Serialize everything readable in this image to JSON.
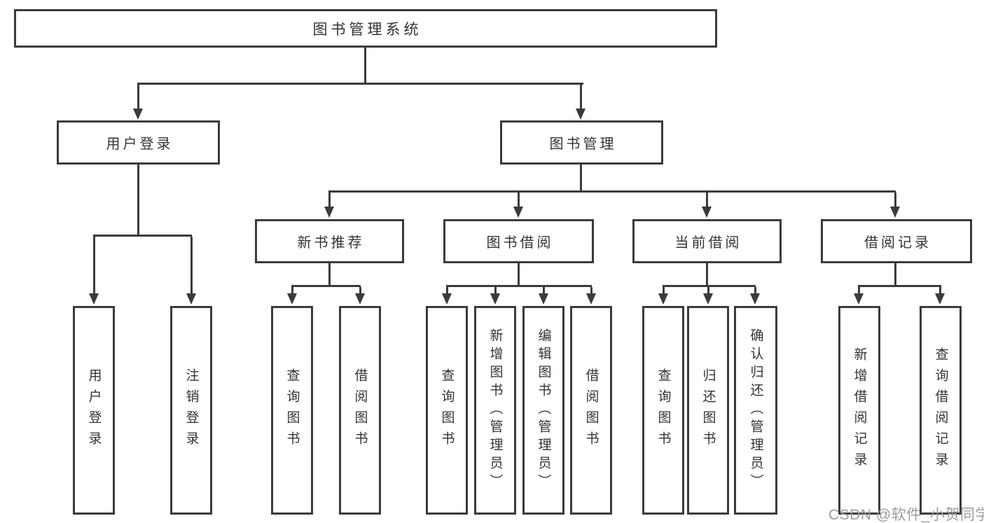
{
  "diagram": {
    "root": "图书管理系统",
    "level2": {
      "user_login": "用户登录",
      "book_mgmt": "图书管理"
    },
    "login_children": [
      "用户登录",
      "注销登录"
    ],
    "modules": [
      "新书推荐",
      "图书借阅",
      "当前借阅",
      "借阅记录"
    ],
    "recommend_children": [
      "查询图书",
      "借阅图书"
    ],
    "borrow_children": [
      "查询图书",
      "新增图书（管理员）",
      "编辑图书（管理员）",
      "借阅图书"
    ],
    "current_children": [
      "查询图书",
      "归还图书",
      "确认归还（管理员）"
    ],
    "record_children": [
      "新增借阅记录",
      "查询借阅记录"
    ]
  },
  "watermark": {
    "text": "CSDN @软件_小贺同学"
  },
  "colors": {
    "line": "#3b3b3b",
    "text": "#333333",
    "watermark": "#9c9c9c",
    "background": "#ffffff"
  }
}
